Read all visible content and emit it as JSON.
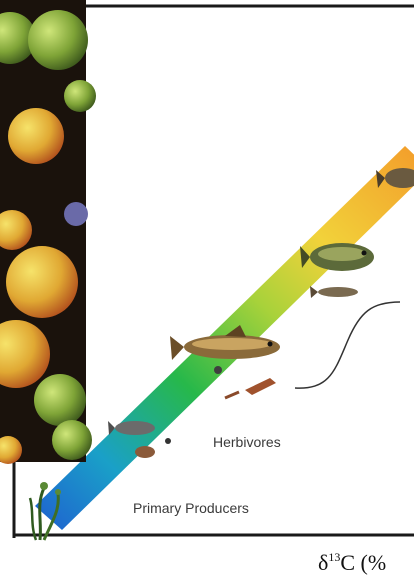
{
  "labels": {
    "herbivores": "Herbivores",
    "primary_producers": "Primary Producers"
  },
  "axis": {
    "x_symbol": "δ",
    "x_superscript": "13",
    "x_rest": "C (%"
  },
  "colors": {
    "gradient": [
      "#1f5fd0",
      "#1aa0c8",
      "#27b84a",
      "#a8d23a",
      "#f2d23a",
      "#f39a2a"
    ],
    "frame": "#1a1a1a"
  },
  "icons": [
    "pollen-photo",
    "fish-icon",
    "plankton-icon",
    "plant-icon"
  ]
}
